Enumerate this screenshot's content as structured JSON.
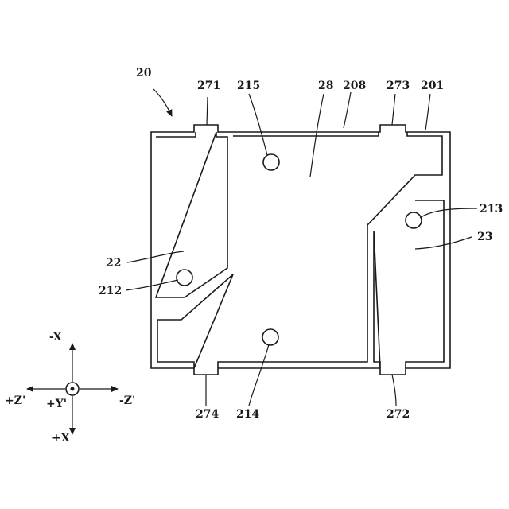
{
  "labels": {
    "assembly": "20",
    "tab_top_left": "271",
    "tab_bottom_right": "272",
    "tab_top_right": "273",
    "tab_bottom_left": "274",
    "frame": "201",
    "gap": "208",
    "main_region": "28",
    "left_region": "22",
    "right_region": "23",
    "hole_left": "212",
    "hole_right": "213",
    "hole_bottom": "214",
    "hole_top": "215"
  },
  "axes": {
    "up": "-X",
    "down": "+X",
    "left": "+Z'",
    "right": "-Z'",
    "center": "+Y'"
  }
}
